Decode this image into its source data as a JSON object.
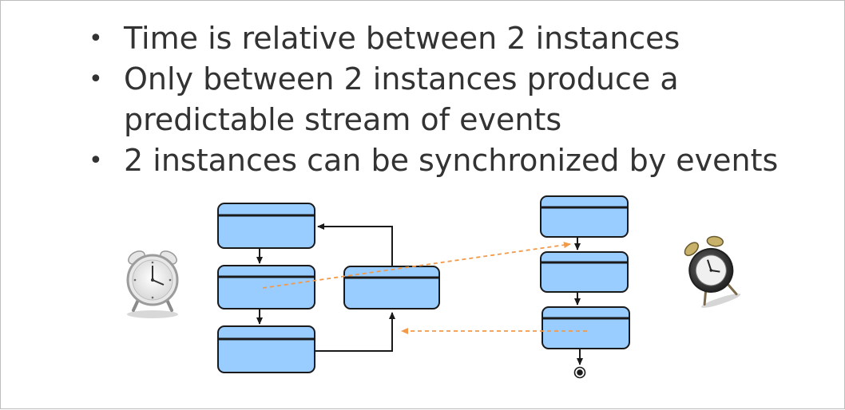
{
  "bullets": [
    {
      "lines": [
        "Time is relative between 2 instances"
      ]
    },
    {
      "lines": [
        "Only between 2 instances produce a",
        "predictable stream of events"
      ]
    },
    {
      "lines": [
        "2 instances can be synchronized by events"
      ]
    }
  ],
  "colors": {
    "state_fill": "#99ccff",
    "state_stroke": "#1a1a1a",
    "event_arrow": "#f29a4a",
    "text": "#333333"
  },
  "icons": {
    "left": "alarm-clock-icon",
    "right": "tilted-alarm-clock-icon"
  }
}
